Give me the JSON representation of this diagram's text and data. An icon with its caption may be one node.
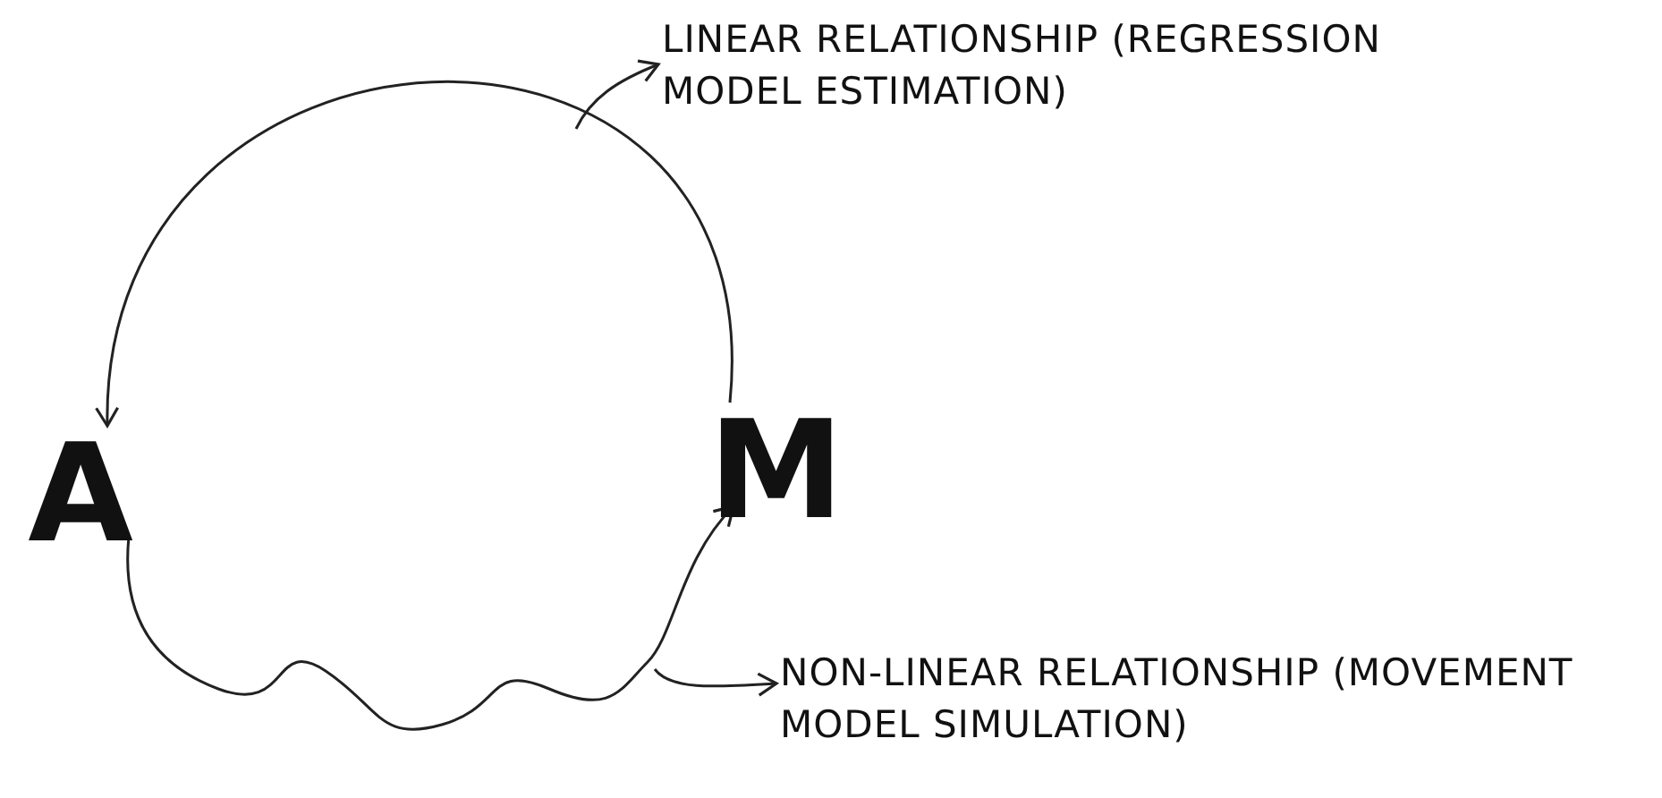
{
  "diagram": {
    "nodes": [
      {
        "text": [
          "A"
        ]
      },
      {
        "text": [
          "M"
        ]
      },
      {
        "text": [
          "LINEAR RELATIONSHIP (REGRESSION MODEL ESTIMATION)"
        ]
      },
      {
        "text": [
          "NON-LINEAR RELATIONSHIP (MOVEMENT MODEL SIMULATION)"
        ]
      }
    ],
    "edges": [
      {
        "from": 1,
        "to": 0,
        "arrow": "to"
      },
      {
        "from": 0,
        "to": 1,
        "arrow": "to"
      },
      {
        "from": null,
        "to": 2,
        "arrow": "to"
      },
      {
        "from": null,
        "to": 3,
        "arrow": "to"
      }
    ]
  }
}
